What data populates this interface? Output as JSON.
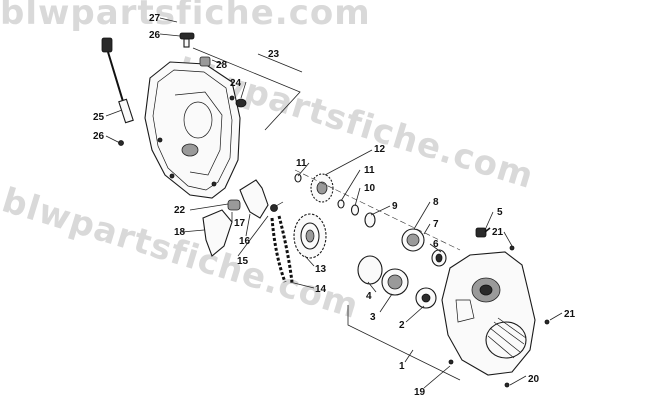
{
  "watermark": {
    "lines": [
      "blwpartsfiche.com",
      "blwpartsfiche.com",
      "blwpartsfiche.com"
    ]
  },
  "callouts": [
    "27",
    "26",
    "28",
    "23",
    "24",
    "25",
    "26",
    "12",
    "11",
    "11",
    "10",
    "9",
    "8",
    "7",
    "6",
    "5",
    "21",
    "22",
    "17",
    "18",
    "16",
    "15",
    "13",
    "14",
    "4",
    "3",
    "2",
    "21",
    "1",
    "19",
    "20"
  ],
  "colors": {
    "line": "#222222",
    "watermark": "#d9d9d9",
    "background": "#ffffff"
  }
}
